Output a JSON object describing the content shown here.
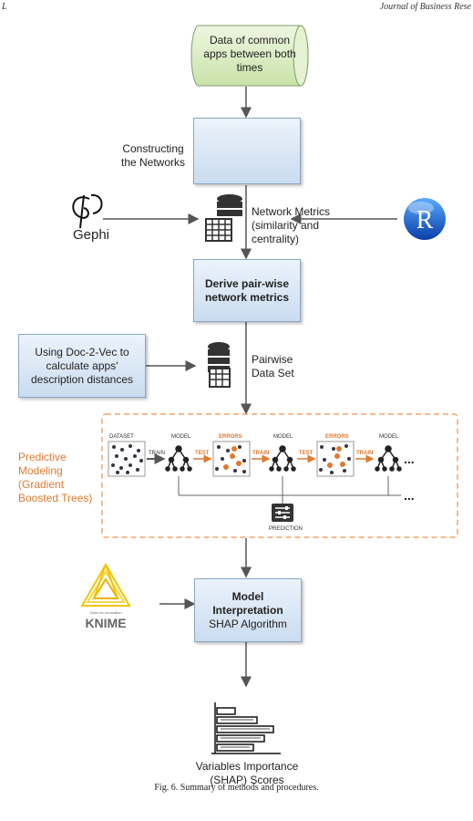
{
  "header": {
    "left": "L",
    "right": "Journal of Business Rese"
  },
  "source_node": "Data of common apps between both times",
  "constructing_label": "Constructing the Networks",
  "gephi_label": "Gephi",
  "network_metrics_label": "Network Metrics (similarity and centrality)",
  "r_logo_letter": "R",
  "derive_box": "Derive pair-wise network metrics",
  "doc2vec_box": "Using Doc-2-Vec to calculate apps' description distances",
  "pairwise_label": "Pairwise Data Set",
  "predictive_label": "Predictive Modeling (Gradient Boosted Trees)",
  "boosting": {
    "dataset": "DATASET",
    "model": "MODEL",
    "errors": "ERRORS",
    "train": "TRAIN",
    "test": "TEST",
    "prediction": "PREDICTION",
    "ellipsis": "..."
  },
  "model_box": {
    "title": "Model Interpretation",
    "subtitle": "SHAP Algorithm"
  },
  "knime": {
    "name": "KNIME",
    "tagline": "Open for Innovation"
  },
  "output_label": "Variables Importance (SHAP) Scores",
  "caption": "Fig. 6. Summary of methods and procedures.",
  "colors": {
    "box_fill": "#cadcf0",
    "cylinder_fill": "#d6ebbd",
    "accent_orange": "#e07a2e",
    "arrow": "#555555"
  }
}
